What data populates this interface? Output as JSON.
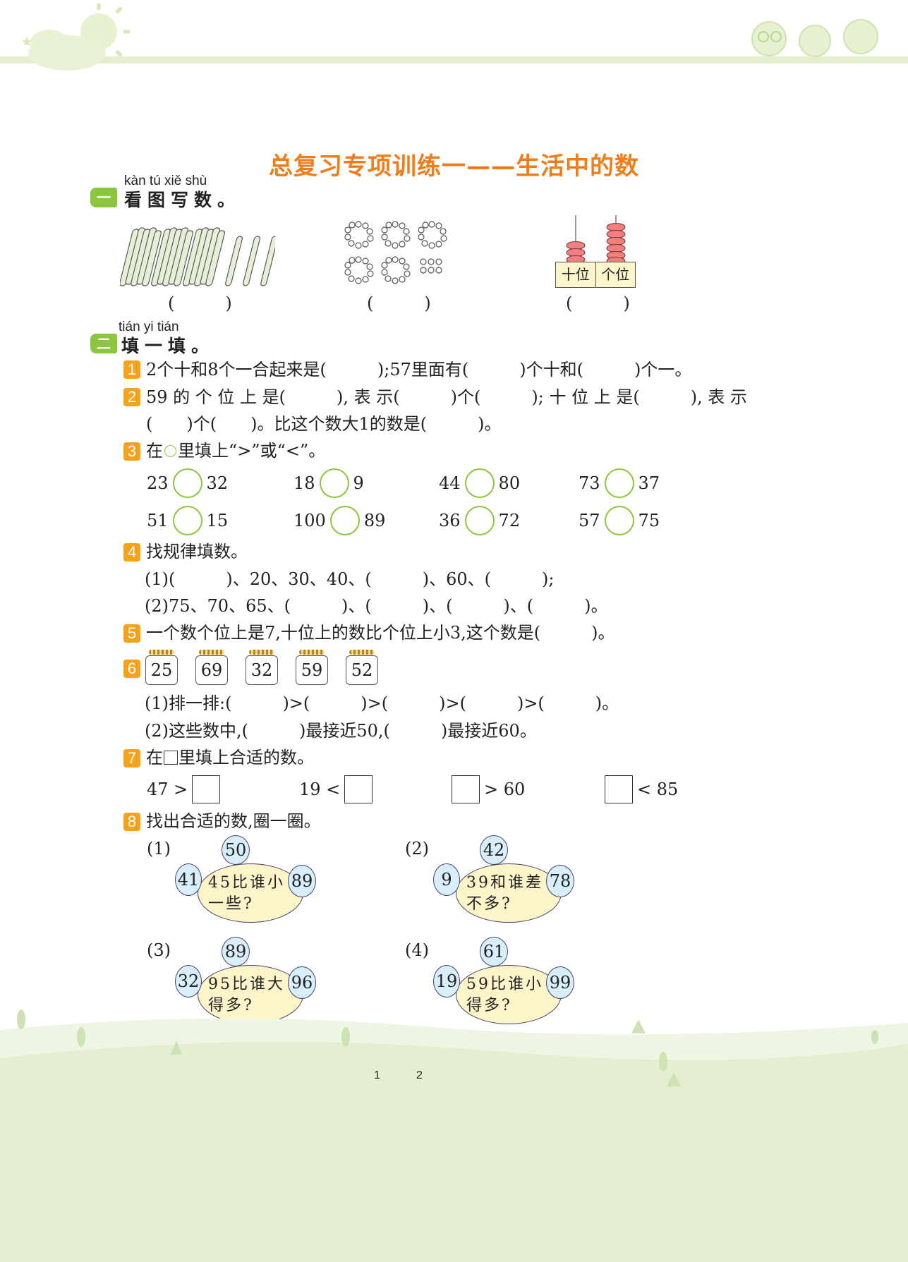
{
  "title": "总复习专项训练一——生活中的数",
  "section1": {
    "badge": "一",
    "pinyin": "kàn  tú  xiě shù",
    "heading": "看图写数。",
    "answers": [
      "(　　　)",
      "(　　　)",
      "(　　　)"
    ],
    "abacus_labels": [
      "十位",
      "个位"
    ]
  },
  "section2": {
    "badge": "二",
    "pinyin": "tián  yi  tián",
    "heading": "填一填。",
    "q1": {
      "num": "1",
      "text": "2个十和8个一合起来是(　　　);57里面有(　　　)个十和(　　　)个一。"
    },
    "q2": {
      "num": "2",
      "text": "59 的 个 位 上 是(　　　), 表 示(　　　)个(　　　); 十 位 上 是(　　　), 表 示",
      "text2": "(　　)个(　　)。比这个数大1的数是(　　　)。"
    },
    "q3": {
      "num": "3",
      "text_a": "在",
      "text_b": "里填上“>”或“<”。",
      "pairs": [
        [
          "23",
          "32"
        ],
        [
          "18",
          "9"
        ],
        [
          "44",
          "80"
        ],
        [
          "73",
          "37"
        ],
        [
          "51",
          "15"
        ],
        [
          "100",
          "89"
        ],
        [
          "36",
          "72"
        ],
        [
          "57",
          "75"
        ]
      ]
    },
    "q4": {
      "num": "4",
      "text": "找规律填数。",
      "l1": "(1)(　　　)、20、30、40、(　　　)、60、(　　　);",
      "l2": "(2)75、70、65、(　　　)、(　　　)、(　　　)、(　　　)。"
    },
    "q5": {
      "num": "5",
      "text": "一个数个位上是7,十位上的数比个位上小3,这个数是(　　　)。"
    },
    "q6": {
      "num": "6",
      "jars": [
        "25",
        "69",
        "32",
        "59",
        "52"
      ],
      "l1": "(1)排一排:(　　　)>(　　　)>(　　　)>(　　　)>(　　　)。",
      "l2": "(2)这些数中,(　　　)最接近50,(　　　)最接近60。"
    },
    "q7": {
      "num": "7",
      "text_a": "在",
      "text_b": "里填上合适的数。",
      "items": [
        {
          "left": "47 >",
          "right": ""
        },
        {
          "left": "19 <",
          "right": ""
        },
        {
          "left": "",
          "right": "> 60"
        },
        {
          "left": "",
          "right": "< 85"
        }
      ]
    },
    "q8": {
      "num": "8",
      "text": "找出合适的数,圈一圈。",
      "groups": [
        {
          "label": "(1)",
          "top": "50",
          "left": "41",
          "right": "89",
          "q1": "45比谁小",
          "q2": "一些?"
        },
        {
          "label": "(2)",
          "top": "42",
          "left": "9",
          "right": "78",
          "q1": "39和谁差",
          "q2": "不多?"
        },
        {
          "label": "(3)",
          "top": "89",
          "left": "32",
          "right": "96",
          "q1": "95比谁大",
          "q2": "得多?"
        },
        {
          "label": "(4)",
          "top": "61",
          "left": "19",
          "right": "99",
          "q1": "59比谁小",
          "q2": "得多?"
        }
      ]
    }
  },
  "footer": {
    "page_left": "1",
    "page_right": "2"
  },
  "colors": {
    "title": "#f07d1a",
    "section": "#8cc63f",
    "number": "#f7a21b"
  }
}
